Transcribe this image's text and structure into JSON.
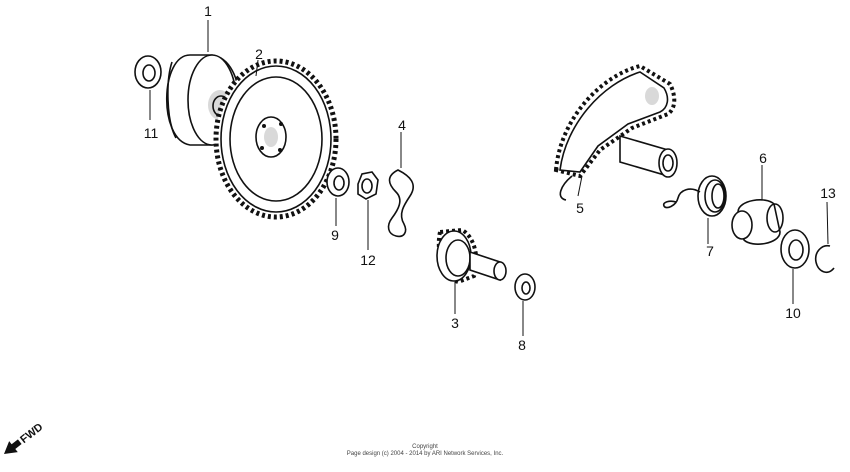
{
  "callouts": {
    "c1": "1",
    "c2": "2",
    "c3": "3",
    "c4": "4",
    "c5": "5",
    "c6": "6",
    "c7": "7",
    "c8": "8",
    "c9": "9",
    "c10": "10",
    "c11": "11",
    "c12": "12",
    "c13": "13"
  },
  "fwd": {
    "label": "FWD"
  },
  "copyright": {
    "line1": "Copyright",
    "line2": "Page design (c) 2004 - 2014 by ARI Network Services, Inc."
  }
}
